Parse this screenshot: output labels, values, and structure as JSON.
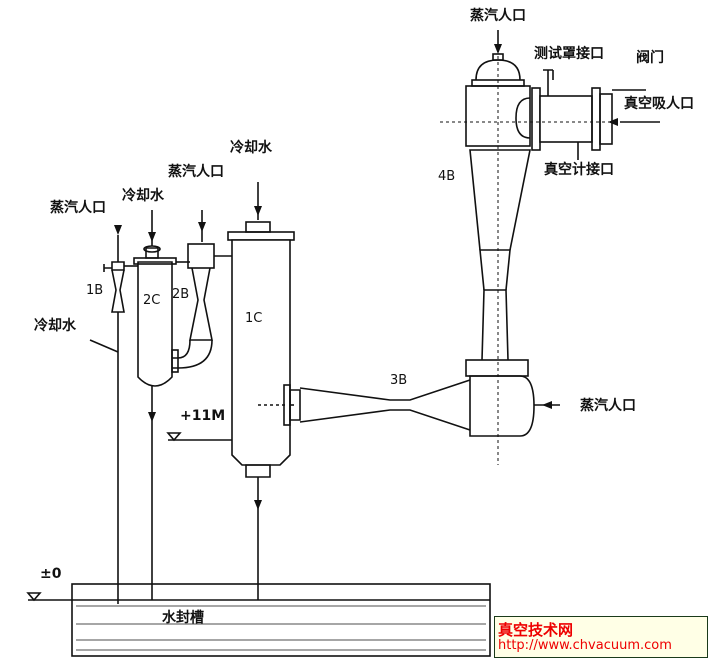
{
  "labels": {
    "steam_inlet_4b": "蒸汽人口",
    "test_cover_port": "测试罩接口",
    "valve": "阀门",
    "vacuum_suction_inlet": "真空吸人口",
    "vacuum_gauge_port": "真空计接口",
    "cooling_water_1c": "冷却水",
    "steam_inlet_2b": "蒸汽人口",
    "cooling_water_2c": "冷却水",
    "steam_inlet_1b": "蒸汽人口",
    "cooling_water_1b": "冷却水",
    "steam_inlet_3b": "蒸汽人口",
    "water_seal_tank": "水封槽",
    "level_11m": "+11M",
    "level_0": "±0"
  },
  "tags": {
    "b1": "1B",
    "c2": "2C",
    "b2": "2B",
    "c1": "1C",
    "b3": "3B",
    "b4": "4B"
  },
  "watermark": {
    "title": "真空技术网",
    "url": "http://www.chvacuum.com"
  }
}
